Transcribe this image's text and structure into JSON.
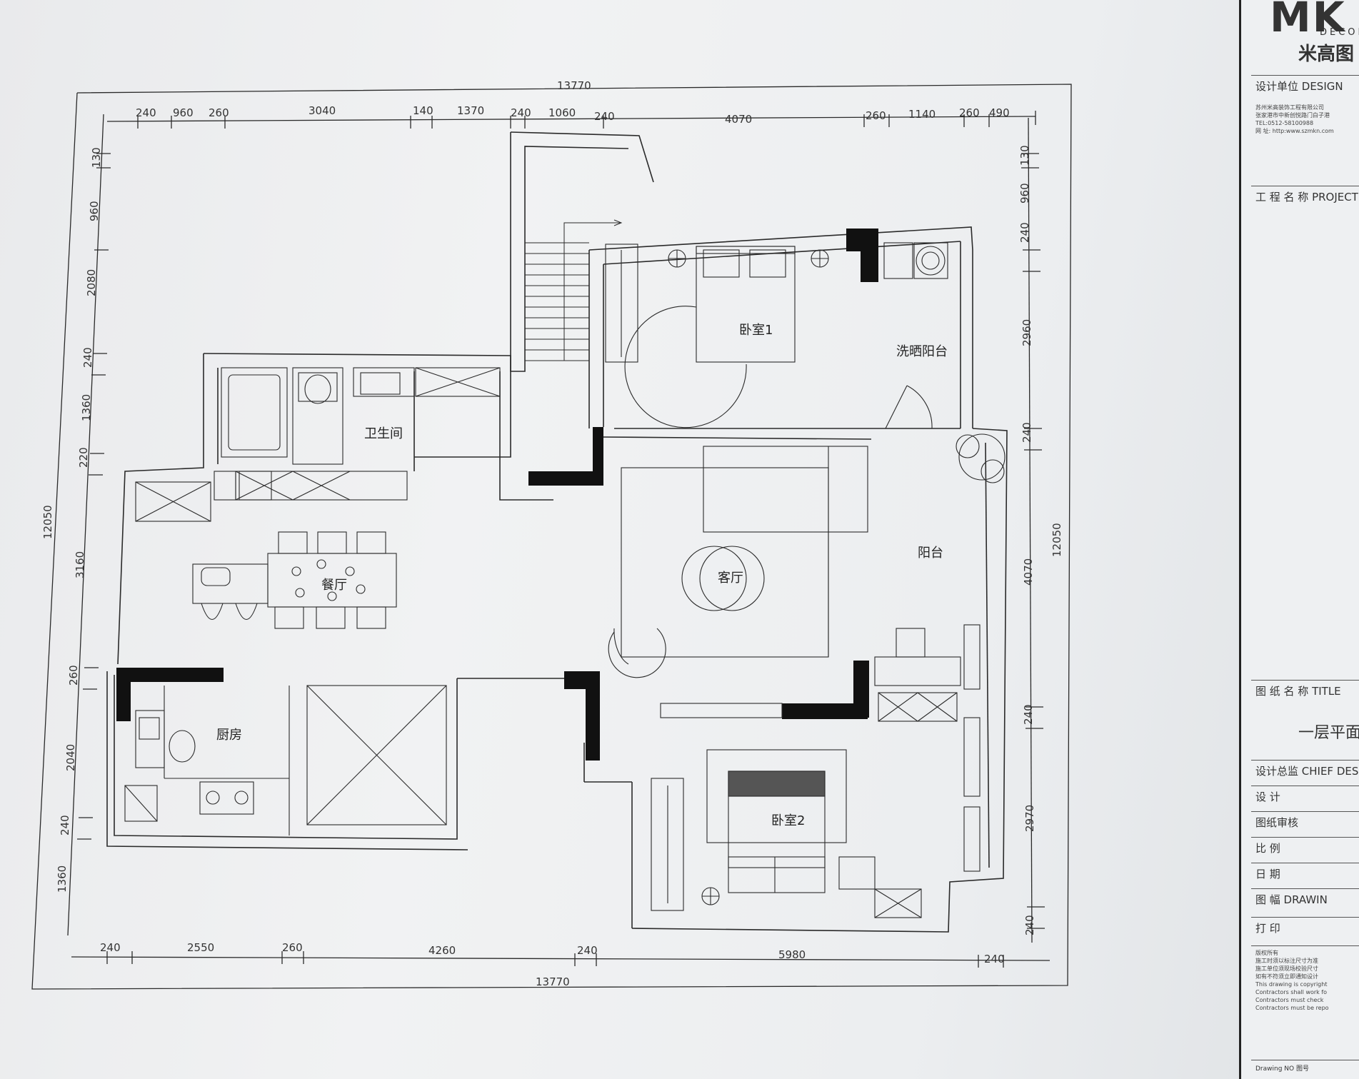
{
  "company": {
    "logo_text": "MK",
    "logo_sub": "DECOR",
    "logo_cn": "米高图"
  },
  "titleblock": {
    "design_unit": "设计单位  DESIGN",
    "company_lines": [
      "苏州米高装饰工程有限公司",
      "张家港市中新创悦路门白子港",
      "TEL:0512-58100988",
      "网 址: http:www.szmkn.com"
    ],
    "project_name": "工 程 名 称  PROJECT",
    "drawing_name": "图 纸 名 称  TITLE",
    "drawing_title": "一层平面",
    "chief": "设计总监  CHIEF DES",
    "designer": "设    计",
    "review": "图纸审核",
    "scale": "比    例",
    "date": "日    期",
    "size": "图    幅    DRAWIN",
    "print": "打    印",
    "copyright_lines": [
      "版权所有",
      "施工时须以标注尺寸为准",
      "施工单位须现场校验尺寸",
      "如有不符须立即通知设计",
      "This drawing is copyright",
      "Contractors shall work fo",
      "Contractors must check",
      "Contractors must be repo"
    ],
    "drawing_no": "Drawing NO  图号"
  },
  "dimensions": {
    "top_total": "13770",
    "top": [
      "240",
      "960",
      "260",
      "3040",
      "140",
      "1370",
      "240",
      "1060",
      "240",
      "4070",
      "260",
      "1140",
      "260",
      "490"
    ],
    "bottom": [
      "240",
      "2550",
      "260",
      "4260",
      "240",
      "5980",
      "240"
    ],
    "bottom_total": "13770",
    "left_total": "12050",
    "left": [
      "130",
      "960",
      "2080",
      "240",
      "1360",
      "220",
      "3160",
      "260",
      "2040",
      "240",
      "1360"
    ],
    "right_total": "12050",
    "right": [
      "130",
      "960",
      "240",
      "2960",
      "240",
      "4070",
      "240",
      "2970",
      "240"
    ]
  },
  "rooms": {
    "bedroom1": "卧室1",
    "laundry_balcony": "洗晒阳台",
    "bathroom": "卫生间",
    "dining": "餐厅",
    "living": "客厅",
    "balcony": "阳台",
    "kitchen": "厨房",
    "bedroom2": "卧室2"
  },
  "colors": {
    "line": "#2a2a2a",
    "wall": "#111111",
    "paper": "#eceef0"
  }
}
